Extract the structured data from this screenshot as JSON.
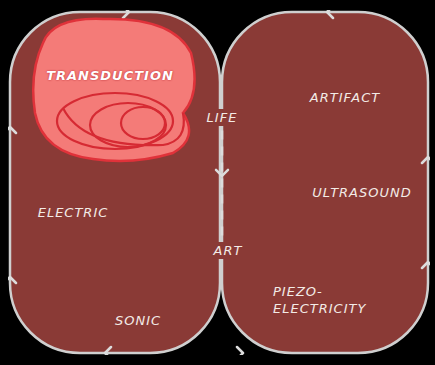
{
  "diagram": {
    "nodes": [
      {
        "text": [
          "ELECTRIC",
          "SONIC"
        ]
      },
      {
        "text": [
          "TRANSDUCTION"
        ],
        "in": 0
      },
      {
        "text": [
          "ARTIFACT",
          "ULTRASOUND",
          "PIEZO- ELECTRICITY"
        ]
      }
    ],
    "labels": [
      "LIFE",
      "ART"
    ]
  }
}
